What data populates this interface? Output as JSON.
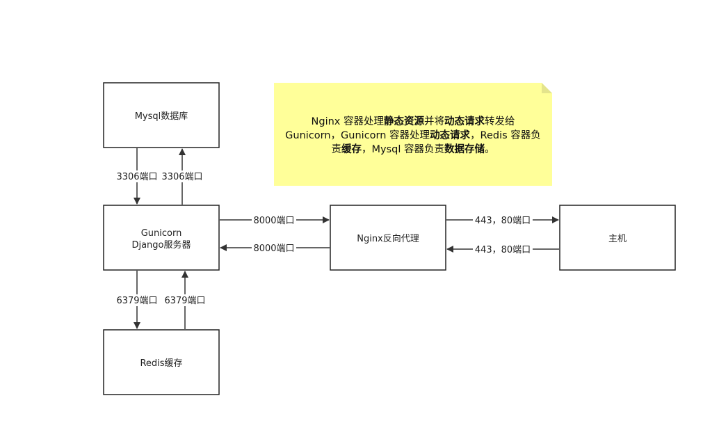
{
  "nodes": {
    "mysql": {
      "lines": [
        "Mysql数据库"
      ]
    },
    "gunicorn": {
      "lines": [
        "Gunicorn",
        "Django服务器"
      ]
    },
    "redis": {
      "lines": [
        "Redis缓存"
      ]
    },
    "nginx": {
      "lines": [
        "Nginx反向代理"
      ]
    },
    "host": {
      "lines": [
        "主机"
      ]
    }
  },
  "edges": {
    "gunicorn_to_mysql": "3306端口",
    "mysql_to_gunicorn": "3306端口",
    "gunicorn_to_redis": "6379端口",
    "redis_to_gunicorn": "6379端口",
    "gunicorn_to_nginx": "8000端口",
    "nginx_to_gunicorn": "8000端口",
    "nginx_to_host": "443，80端口",
    "host_to_nginx": "443，80端口"
  },
  "note": {
    "lines": [
      [
        {
          "text": "Nginx 容器处理",
          "bold": false
        },
        {
          "text": "静态资源",
          "bold": true
        },
        {
          "text": "并将",
          "bold": false
        },
        {
          "text": "动态请求",
          "bold": true
        },
        {
          "text": "转发给",
          "bold": false
        }
      ],
      [
        {
          "text": "Gunicorn，Gunicorn 容器处理",
          "bold": false
        },
        {
          "text": "动态请求",
          "bold": true
        },
        {
          "text": "，Redis 容器负",
          "bold": false
        }
      ],
      [
        {
          "text": "责",
          "bold": false
        },
        {
          "text": "缓存",
          "bold": true
        },
        {
          "text": "，Mysql 容器负责",
          "bold": false
        },
        {
          "text": "数据存储",
          "bold": true
        },
        {
          "text": "。",
          "bold": false
        }
      ]
    ]
  },
  "colors": {
    "box_stroke": "#222222",
    "line": "#333333",
    "note_fill": "#ffff99",
    "note_fold": "#e4e48c"
  }
}
